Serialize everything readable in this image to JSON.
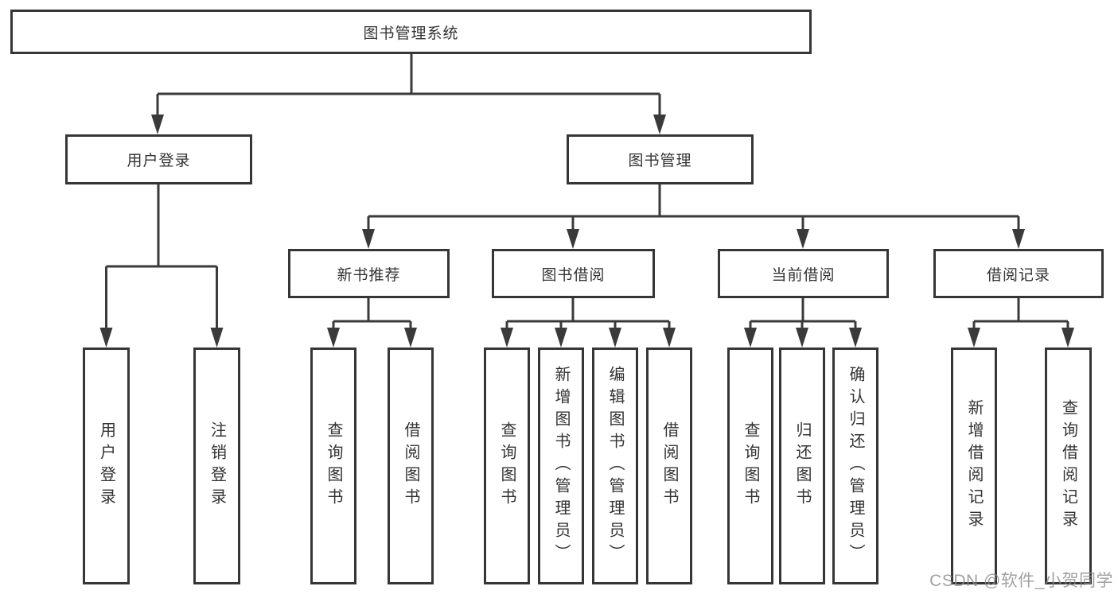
{
  "tree": {
    "label": "图书管理系统",
    "children": [
      {
        "label": "用户登录",
        "children": [
          {
            "label": "用户登录"
          },
          {
            "label": "注销登录"
          }
        ]
      },
      {
        "label": "图书管理",
        "children": [
          {
            "label": "新书推荐",
            "children": [
              {
                "label": "查询图书"
              },
              {
                "label": "借阅图书"
              }
            ]
          },
          {
            "label": "图书借阅",
            "children": [
              {
                "label": "查询图书"
              },
              {
                "label": "新增图书（管理员）"
              },
              {
                "label": "编辑图书（管理员）"
              },
              {
                "label": "借阅图书"
              }
            ]
          },
          {
            "label": "当前借阅",
            "children": [
              {
                "label": "查询图书"
              },
              {
                "label": "归还图书"
              },
              {
                "label": "确认归还（管理员）"
              }
            ]
          },
          {
            "label": "借阅记录",
            "children": [
              {
                "label": "新增借阅记录"
              },
              {
                "label": "查询借阅记录"
              }
            ]
          }
        ]
      }
    ]
  },
  "watermark": {
    "text": "CSDN @软件_小贺同学"
  },
  "colors": {
    "line": "#3a3a3a",
    "border": "#363636",
    "text": "#333333",
    "watermark": "#8c8c8c",
    "background": "#ffffff"
  }
}
